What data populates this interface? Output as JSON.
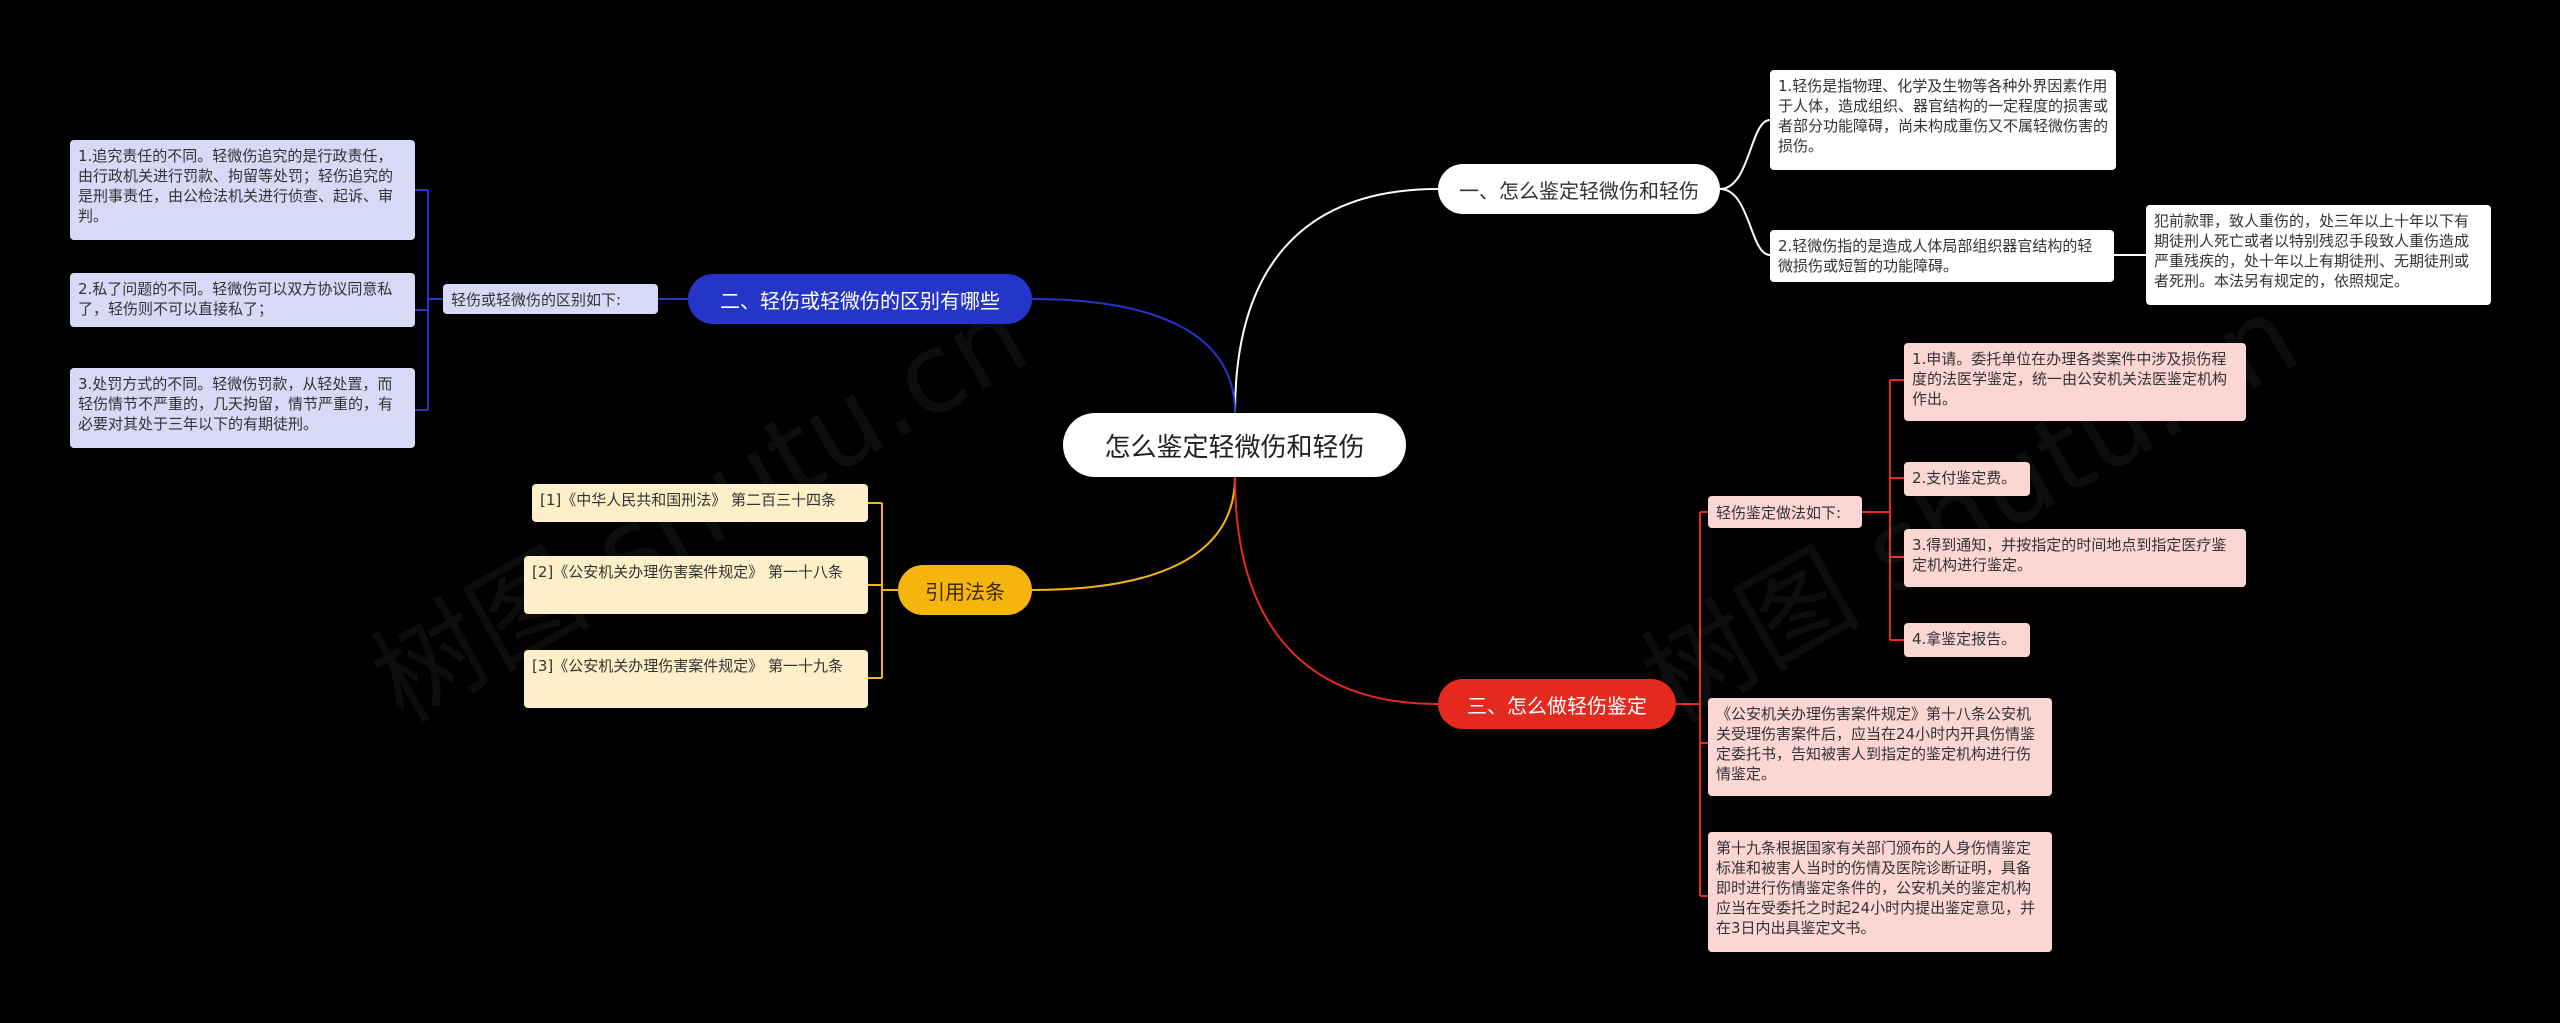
{
  "root": {
    "title": "怎么鉴定轻微伤和轻伤"
  },
  "branch1": {
    "title": "一、怎么鉴定轻微伤和轻伤",
    "items": [
      "1.轻伤是指物理、化学及生物等各种外界因素作用于人体，造成组织、器官结构的一定程度的损害或者部分功能障碍，尚未构成重伤又不属轻微伤害的损伤。",
      "2.轻微伤指的是造成人体局部组织器官结构的轻微损伤或短暂的功能障碍。"
    ],
    "note": "犯前款罪，致人重伤的，处三年以上十年以下有期徒刑人死亡或者以特别残忍手段致人重伤造成严重残疾的，处十年以上有期徒刑、无期徒刑或者死刑。本法另有规定的，依照规定。"
  },
  "branch2": {
    "title": "二、轻伤或轻微伤的区别有哪些",
    "label": "轻伤或轻微伤的区别如下:",
    "items": [
      "1.追究责任的不同。轻微伤追究的是行政责任，由行政机关进行罚款、拘留等处罚；轻伤追究的是刑事责任，由公检法机关进行侦查、起诉、审判。",
      "2.私了问题的不同。轻微伤可以双方协议同意私了，轻伤则不可以直接私了；",
      "3.处罚方式的不同。轻微伤罚款，从轻处置，而轻伤情节不严重的，几天拘留，情节严重的，有必要对其处于三年以下的有期徒刑。"
    ]
  },
  "branch3": {
    "title": "引用法条",
    "items": [
      "[1]《中华人民共和国刑法》 第二百三十四条",
      "[2]《公安机关办理伤害案件规定》 第一十八条",
      "[3]《公安机关办理伤害案件规定》 第一十九条"
    ]
  },
  "branch4": {
    "title": "三、怎么做轻伤鉴定",
    "label": "轻伤鉴定做法如下:",
    "steps": [
      "1.申请。委托单位在办理各类案件中涉及损伤程度的法医学鉴定，统一由公安机关法医鉴定机构作出。",
      "2.支付鉴定费。",
      "3.得到通知，并按指定的时间地点到指定医疗鉴定机构进行鉴定。",
      "4.拿鉴定报告。"
    ],
    "items": [
      "《公安机关办理伤害案件规定》第十八条公安机关受理伤害案件后，应当在24小时内开具伤情鉴定委托书，告知被害人到指定的鉴定机构进行伤情鉴定。",
      "第十九条根据国家有关部门颁布的人身伤情鉴定标准和被害人当时的伤情及医院诊断证明，具备即时进行伤情鉴定条件的，公安机关的鉴定机构应当在受委托之时起24小时内提出鉴定意见，并在3日内出具鉴定文书。"
    ]
  },
  "watermark": "树图 shutu.cn",
  "colors": {
    "background": "#000000",
    "branch1": "#ffffff",
    "branch2": "#2534c9",
    "branch3": "#f5b50c",
    "branch4": "#e42a1f"
  }
}
